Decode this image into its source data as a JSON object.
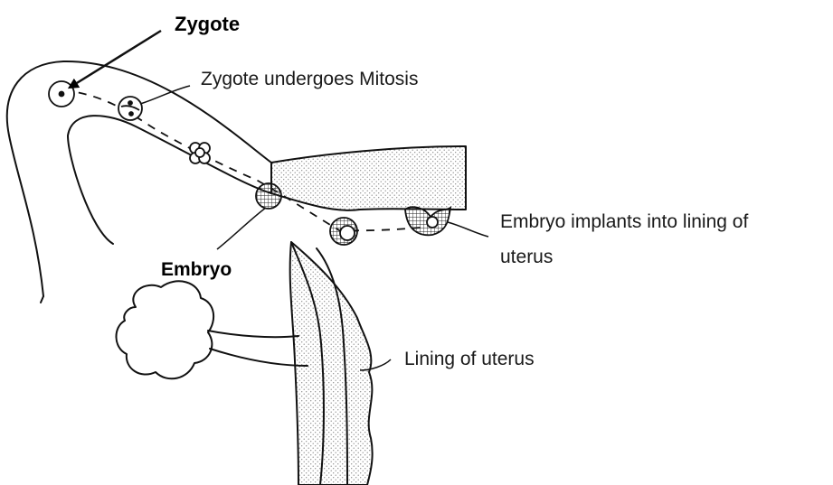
{
  "labels": {
    "zygote": "Zygote",
    "mitosis": "Zygote undergoes Mitosis",
    "implant_line1": "Embryo implants into lining of",
    "implant_line2": "uterus",
    "embryo": "Embryo",
    "lining": "Lining of uterus"
  },
  "colors": {
    "ink": "#111111",
    "stipple": "#8a8a8a",
    "background": "#ffffff"
  }
}
